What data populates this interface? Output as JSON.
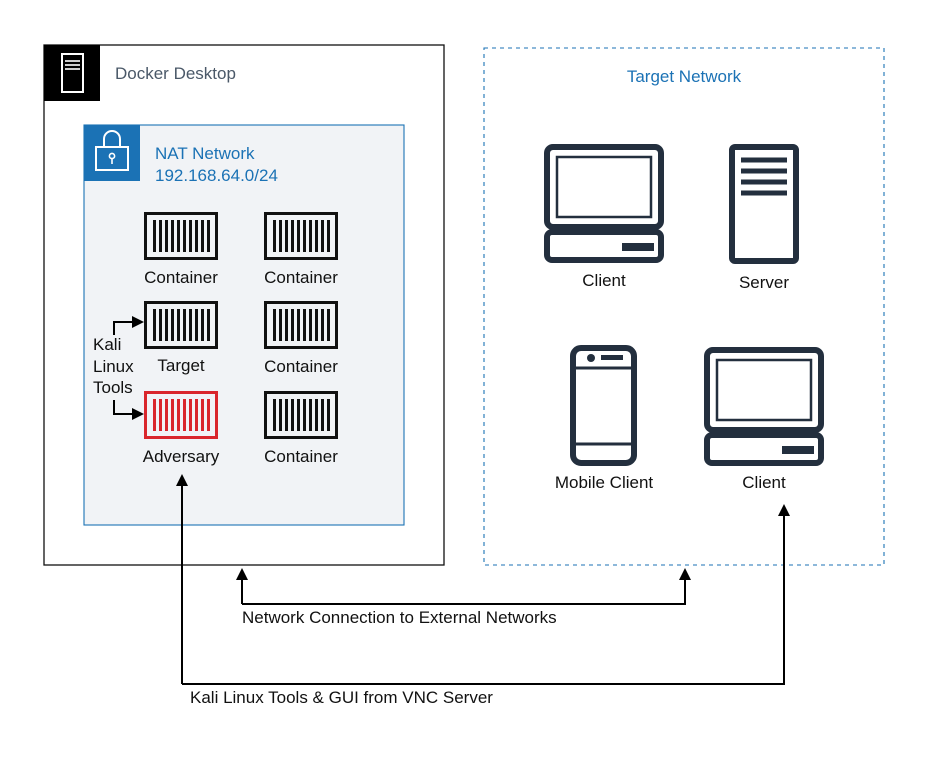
{
  "docker_desktop": {
    "title": "Docker Desktop"
  },
  "nat_network": {
    "title": "NAT Network",
    "subnet": "192.168.64.0/24"
  },
  "containers": {
    "c1": "Container",
    "c2": "Container",
    "target": "Target",
    "c4": "Container",
    "adversary": "Adversary",
    "c6": "Container"
  },
  "kali_side_label": [
    "Kali",
    "Linux",
    "Tools"
  ],
  "target_network": {
    "title": "Target Network",
    "devices": {
      "client1": "Client",
      "server": "Server",
      "mobile": "Mobile Client",
      "client2": "Client"
    }
  },
  "connections": {
    "external": "Network Connection to External Networks",
    "vnc": "Kali Linux Tools & GUI from VNC Server"
  },
  "colors": {
    "accent_blue": "#1b72b5",
    "nat_fill": "#f1f3f6",
    "adversary_red": "#d9262c",
    "icon_dark": "#232f3e"
  }
}
